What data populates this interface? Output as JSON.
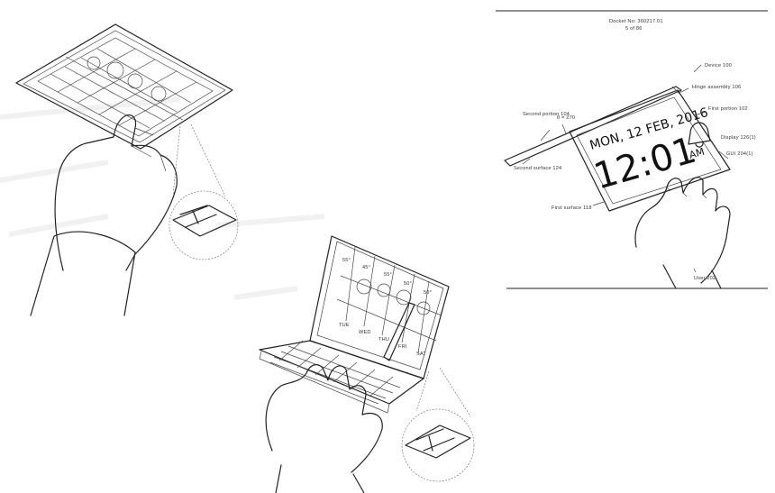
{
  "patent": {
    "docket": "Docket No: 360217.01",
    "sheet": "5 of 86"
  },
  "screen": {
    "date": "MON, 12 FEB, 2016",
    "time": "12:01",
    "ampm": "AM",
    "bell_icon": "bell-icon"
  },
  "labels": {
    "device": "Device 100",
    "hinge": "Hinge assembly 106",
    "first_portion": "First portion 102",
    "second_portion": "Second portion 104",
    "angle": "θ = 270",
    "display": "Display 126(1)",
    "gui": "GUI 204(1)",
    "second_surface": "Second surface 124",
    "first_surface": "First surface 118",
    "user": "User 202"
  },
  "weather_tiles": [
    "55°",
    "45°",
    "55°",
    "50°",
    "50°"
  ],
  "keyboard_labels": [
    "TUE",
    "WED",
    "THU",
    "FRI",
    "SAT"
  ]
}
